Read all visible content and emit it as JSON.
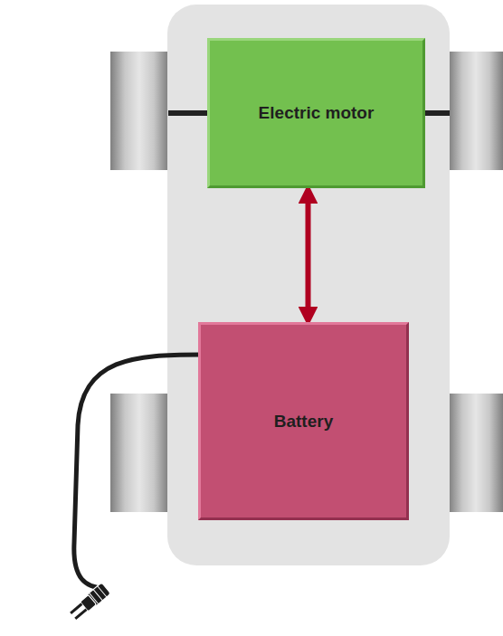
{
  "diagram": {
    "nodes": [
      {
        "text": [
          "Electric motor"
        ]
      },
      {
        "text": [
          "Battery"
        ]
      }
    ],
    "edges": [
      {
        "from": 0,
        "to": 1,
        "arrow": "both"
      }
    ]
  }
}
